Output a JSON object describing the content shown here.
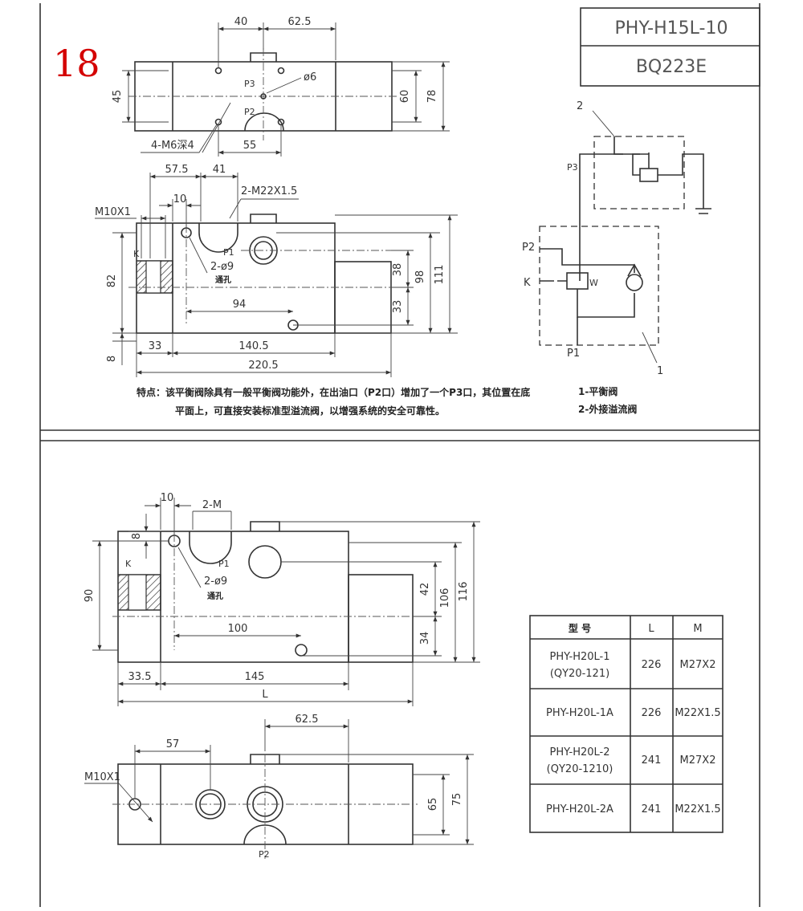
{
  "figure_number": "18",
  "title_block": {
    "model": "PHY-H15L-10",
    "code": "BQ223E"
  },
  "top_view": {
    "dims": [
      "40",
      "62.5",
      "45",
      "60",
      "78",
      "55"
    ],
    "labels": [
      "P3",
      "P2",
      "ø6",
      "4-M6深4"
    ]
  },
  "front_view_1": {
    "dims": [
      "57.5",
      "41",
      "10",
      "38",
      "98",
      "111",
      "82",
      "94",
      "33",
      "8",
      "33",
      "140.5",
      "220.5"
    ],
    "labels": [
      "M10X1",
      "2-M22X1.5",
      "K",
      "P1",
      "2-ø9",
      "通孔"
    ]
  },
  "note": {
    "line1": "特点：该平衡阀除具有一般平衡阀功能外，在出油口（P2口）增加了一个P3口，其位置在底",
    "line2": "平面上，可直接安装标准型溢流阀，以增强系统的安全可靠性。"
  },
  "schematic": {
    "labels": [
      "2",
      "P3",
      "P2",
      "K",
      "W",
      "P1",
      "1"
    ],
    "legend": [
      "1-平衡阀",
      "2-外接溢流阀"
    ]
  },
  "front_view_2": {
    "dims": [
      "10",
      "2-M",
      "8",
      "90",
      "42",
      "106",
      "116",
      "100",
      "34",
      "33.5",
      "145",
      "L"
    ],
    "labels": [
      "K",
      "P1",
      "2-ø9",
      "通孔"
    ]
  },
  "bottom_view_2": {
    "dims": [
      "62.5",
      "57",
      "M10X1",
      "65",
      "75"
    ],
    "labels": [
      "P2"
    ]
  },
  "model_table": {
    "headers": [
      "型    号",
      "L",
      "M"
    ],
    "rows": [
      {
        "model_line1": "PHY-H20L-1",
        "model_line2": "(QY20-121)",
        "L": "226",
        "M": "M27X2"
      },
      {
        "model_line1": "PHY-H20L-1A",
        "model_line2": "",
        "L": "226",
        "M": "M22X1.5"
      },
      {
        "model_line1": "PHY-H20L-2",
        "model_line2": "(QY20-1210)",
        "L": "241",
        "M": "M27X2"
      },
      {
        "model_line1": "PHY-H20L-2A",
        "model_line2": "",
        "L": "241",
        "M": "M22X1.5"
      }
    ]
  }
}
